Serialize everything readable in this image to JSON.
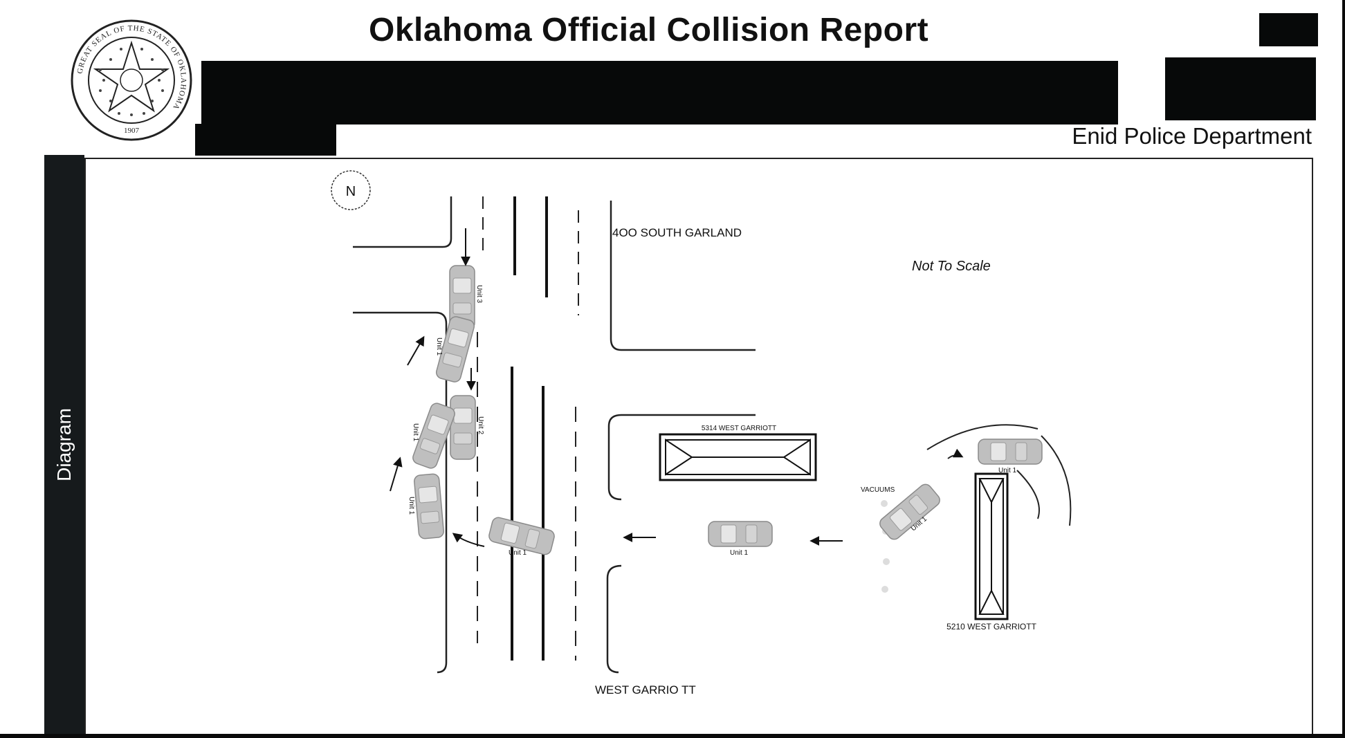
{
  "header": {
    "title": "Oklahoma Official Collision Report",
    "agency": "Enid Police Department",
    "seal": {
      "ring_text": "GREAT SEAL OF THE STATE OF OKLAHOMA",
      "year": "1907"
    }
  },
  "panel": {
    "label": "Diagram"
  },
  "diagram": {
    "north_label": "N",
    "note": "Not To Scale",
    "street_top": "4OO SOUTH GARLAND",
    "street_bottom": "WEST GARRIO TT",
    "building_1": "5314 WEST GARRIOTT",
    "building_2": "5210 WEST GARRIOTT",
    "vacuums_label": "VACUUMS",
    "units": {
      "unit1": "Unit 1",
      "unit2": "Unit 2",
      "unit3": "Unit 3"
    }
  },
  "colors": {
    "redaction": "#070909",
    "panel_bar": "#161a1c",
    "vehicle_fill": "#bfbfbf"
  }
}
